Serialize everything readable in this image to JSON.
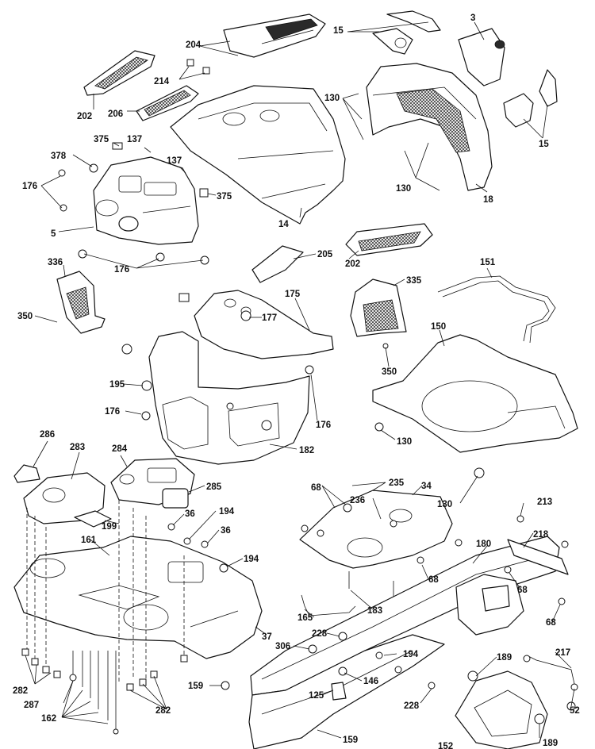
{
  "diagram": {
    "callouts": [
      "204",
      "15",
      "3",
      "214",
      "202",
      "206",
      "130",
      "375",
      "137",
      "378",
      "137",
      "176",
      "375",
      "5",
      "14",
      "18",
      "15",
      "130",
      "205",
      "202",
      "336",
      "176",
      "151",
      "335",
      "350",
      "177",
      "175",
      "150",
      "350",
      "195",
      "176",
      "176",
      "182",
      "130",
      "130",
      "286",
      "283",
      "284",
      "285",
      "68",
      "235",
      "34",
      "236",
      "36",
      "194",
      "36",
      "199",
      "161",
      "194",
      "68",
      "213",
      "218",
      "68",
      "180",
      "165",
      "183",
      "37",
      "228",
      "306",
      "68",
      "194",
      "282",
      "287",
      "189",
      "217",
      "159",
      "146",
      "125",
      "228",
      "162",
      "282",
      "52",
      "159",
      "189",
      "152"
    ]
  },
  "colors": {
    "line": "#111111",
    "background": "#ffffff",
    "shade": "#2a2a2a"
  }
}
